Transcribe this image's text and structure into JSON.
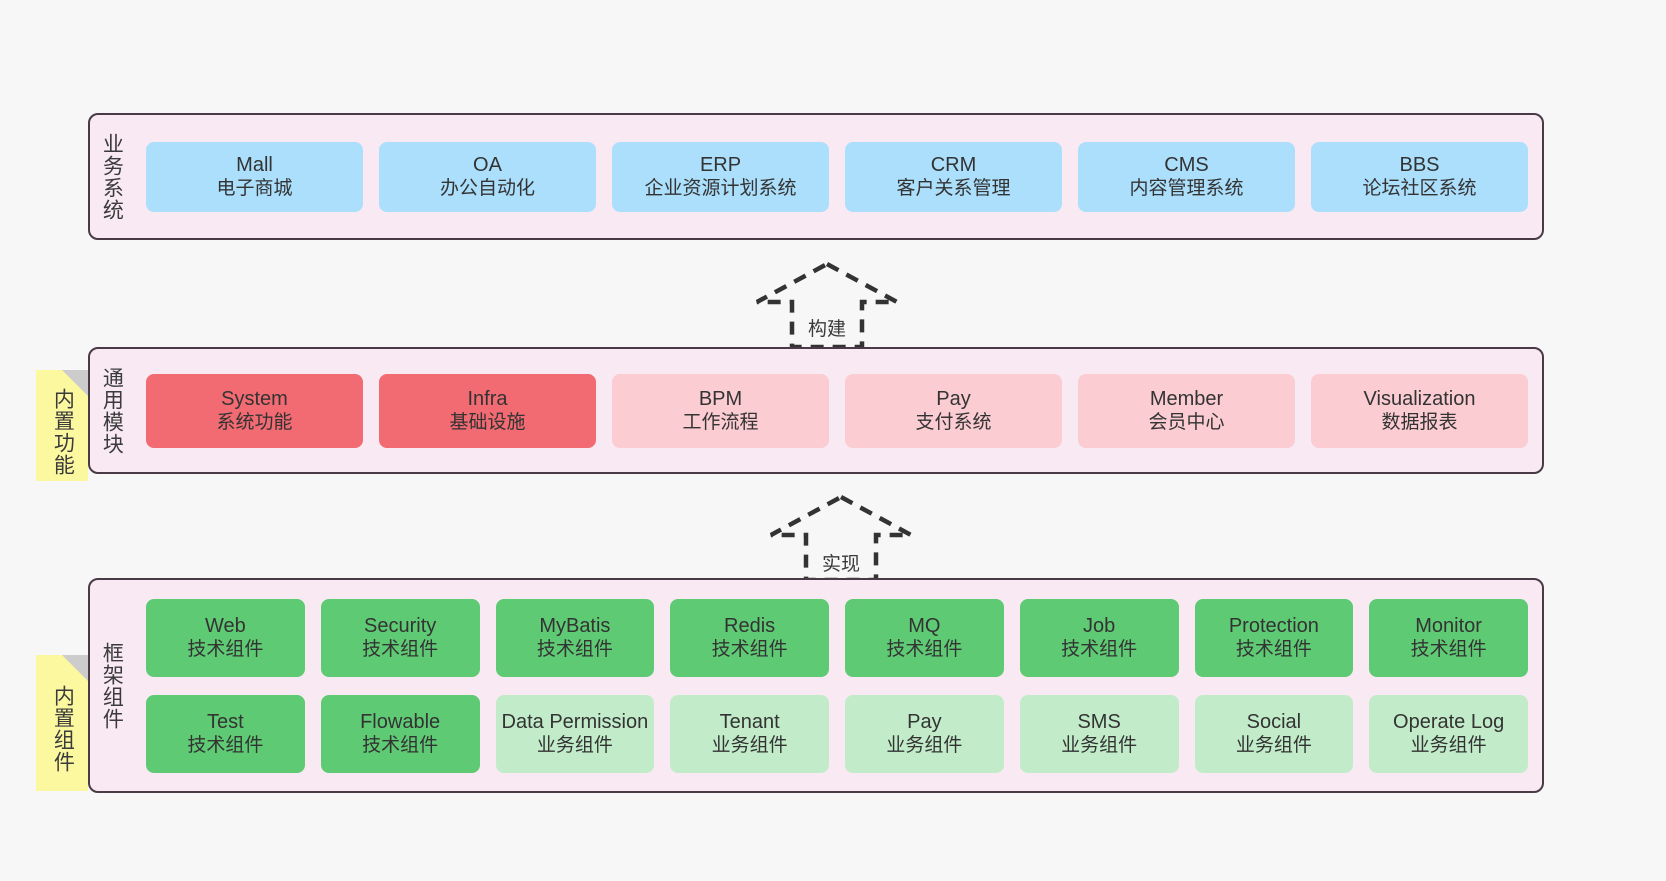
{
  "diagram": {
    "layers": [
      {
        "id": "business",
        "label": "业务系统",
        "rows": [
          {
            "boxes": [
              {
                "name": "Mall",
                "desc": "电子商城",
                "color": "#abdffc",
                "style": "blue"
              },
              {
                "name": "OA",
                "desc": "办公自动化",
                "color": "#abdffc",
                "style": "blue"
              },
              {
                "name": "ERP",
                "desc": "企业资源计划系统",
                "color": "#abdffc",
                "style": "blue"
              },
              {
                "name": "CRM",
                "desc": "客户关系管理",
                "color": "#abdffc",
                "style": "blue"
              },
              {
                "name": "CMS",
                "desc": "内容管理系统",
                "color": "#abdffc",
                "style": "blue"
              },
              {
                "name": "BBS",
                "desc": "论坛社区系统",
                "color": "#abdffc",
                "style": "blue"
              }
            ]
          }
        ]
      },
      {
        "id": "modules",
        "label": "通用模块",
        "rows": [
          {
            "boxes": [
              {
                "name": "System",
                "desc": "系统功能",
                "color": "#f26a72",
                "style": "red"
              },
              {
                "name": "Infra",
                "desc": "基础设施",
                "color": "#f26a72",
                "style": "red"
              },
              {
                "name": "BPM",
                "desc": "工作流程",
                "color": "#fbccd2",
                "style": "pink"
              },
              {
                "name": "Pay",
                "desc": "支付系统",
                "color": "#fbccd2",
                "style": "pink"
              },
              {
                "name": "Member",
                "desc": "会员中心",
                "color": "#fbccd2",
                "style": "pink"
              },
              {
                "name": "Visualization",
                "desc": "数据报表",
                "color": "#fbccd2",
                "style": "pink"
              }
            ]
          }
        ]
      },
      {
        "id": "framework",
        "label": "框架组件",
        "rows": [
          {
            "boxes": [
              {
                "name": "Web",
                "desc": "技术组件",
                "color": "#5fca74",
                "style": "green"
              },
              {
                "name": "Security",
                "desc": "技术组件",
                "color": "#5fca74",
                "style": "green"
              },
              {
                "name": "MyBatis",
                "desc": "技术组件",
                "color": "#5fca74",
                "style": "green"
              },
              {
                "name": "Redis",
                "desc": "技术组件",
                "color": "#5fca74",
                "style": "green"
              },
              {
                "name": "MQ",
                "desc": "技术组件",
                "color": "#5fca74",
                "style": "green"
              },
              {
                "name": "Job",
                "desc": "技术组件",
                "color": "#5fca74",
                "style": "green"
              },
              {
                "name": "Protection",
                "desc": "技术组件",
                "color": "#5fca74",
                "style": "green"
              },
              {
                "name": "Monitor",
                "desc": "技术组件",
                "color": "#5fca74",
                "style": "green"
              }
            ]
          },
          {
            "boxes": [
              {
                "name": "Test",
                "desc": "技术组件",
                "color": "#5fca74",
                "style": "green"
              },
              {
                "name": "Flowable",
                "desc": "技术组件",
                "color": "#5fca74",
                "style": "green"
              },
              {
                "name": "Data Permission",
                "desc": "业务组件",
                "color": "#c2ecc9",
                "style": "lgreen"
              },
              {
                "name": "Tenant",
                "desc": "业务组件",
                "color": "#c2ecc9",
                "style": "lgreen"
              },
              {
                "name": "Pay",
                "desc": "业务组件",
                "color": "#c2ecc9",
                "style": "lgreen"
              },
              {
                "name": "SMS",
                "desc": "业务组件",
                "color": "#c2ecc9",
                "style": "lgreen"
              },
              {
                "name": "Social",
                "desc": "业务组件",
                "color": "#c2ecc9",
                "style": "lgreen"
              },
              {
                "name": "Operate Log",
                "desc": "业务组件",
                "color": "#c2ecc9",
                "style": "lgreen"
              }
            ]
          }
        ]
      }
    ],
    "arrows": [
      {
        "id": "build",
        "label": "构建",
        "direction": "up",
        "style": "dashed-block"
      },
      {
        "id": "implement",
        "label": "实现",
        "direction": "up",
        "style": "dashed-block"
      }
    ],
    "notes": [
      {
        "id": "builtin-function",
        "label": "内置功能",
        "color": "#fbf8a0"
      },
      {
        "id": "builtin-component",
        "label": "内置组件",
        "color": "#fbf8a0"
      }
    ],
    "colors": {
      "panel_background": "#f9e9f3",
      "panel_border": "#4a3a45",
      "canvas_background": "#f7f7f7",
      "note": "#fbf8a0",
      "note_fold": "#cccccc",
      "arrow_stroke": "#333333"
    }
  }
}
